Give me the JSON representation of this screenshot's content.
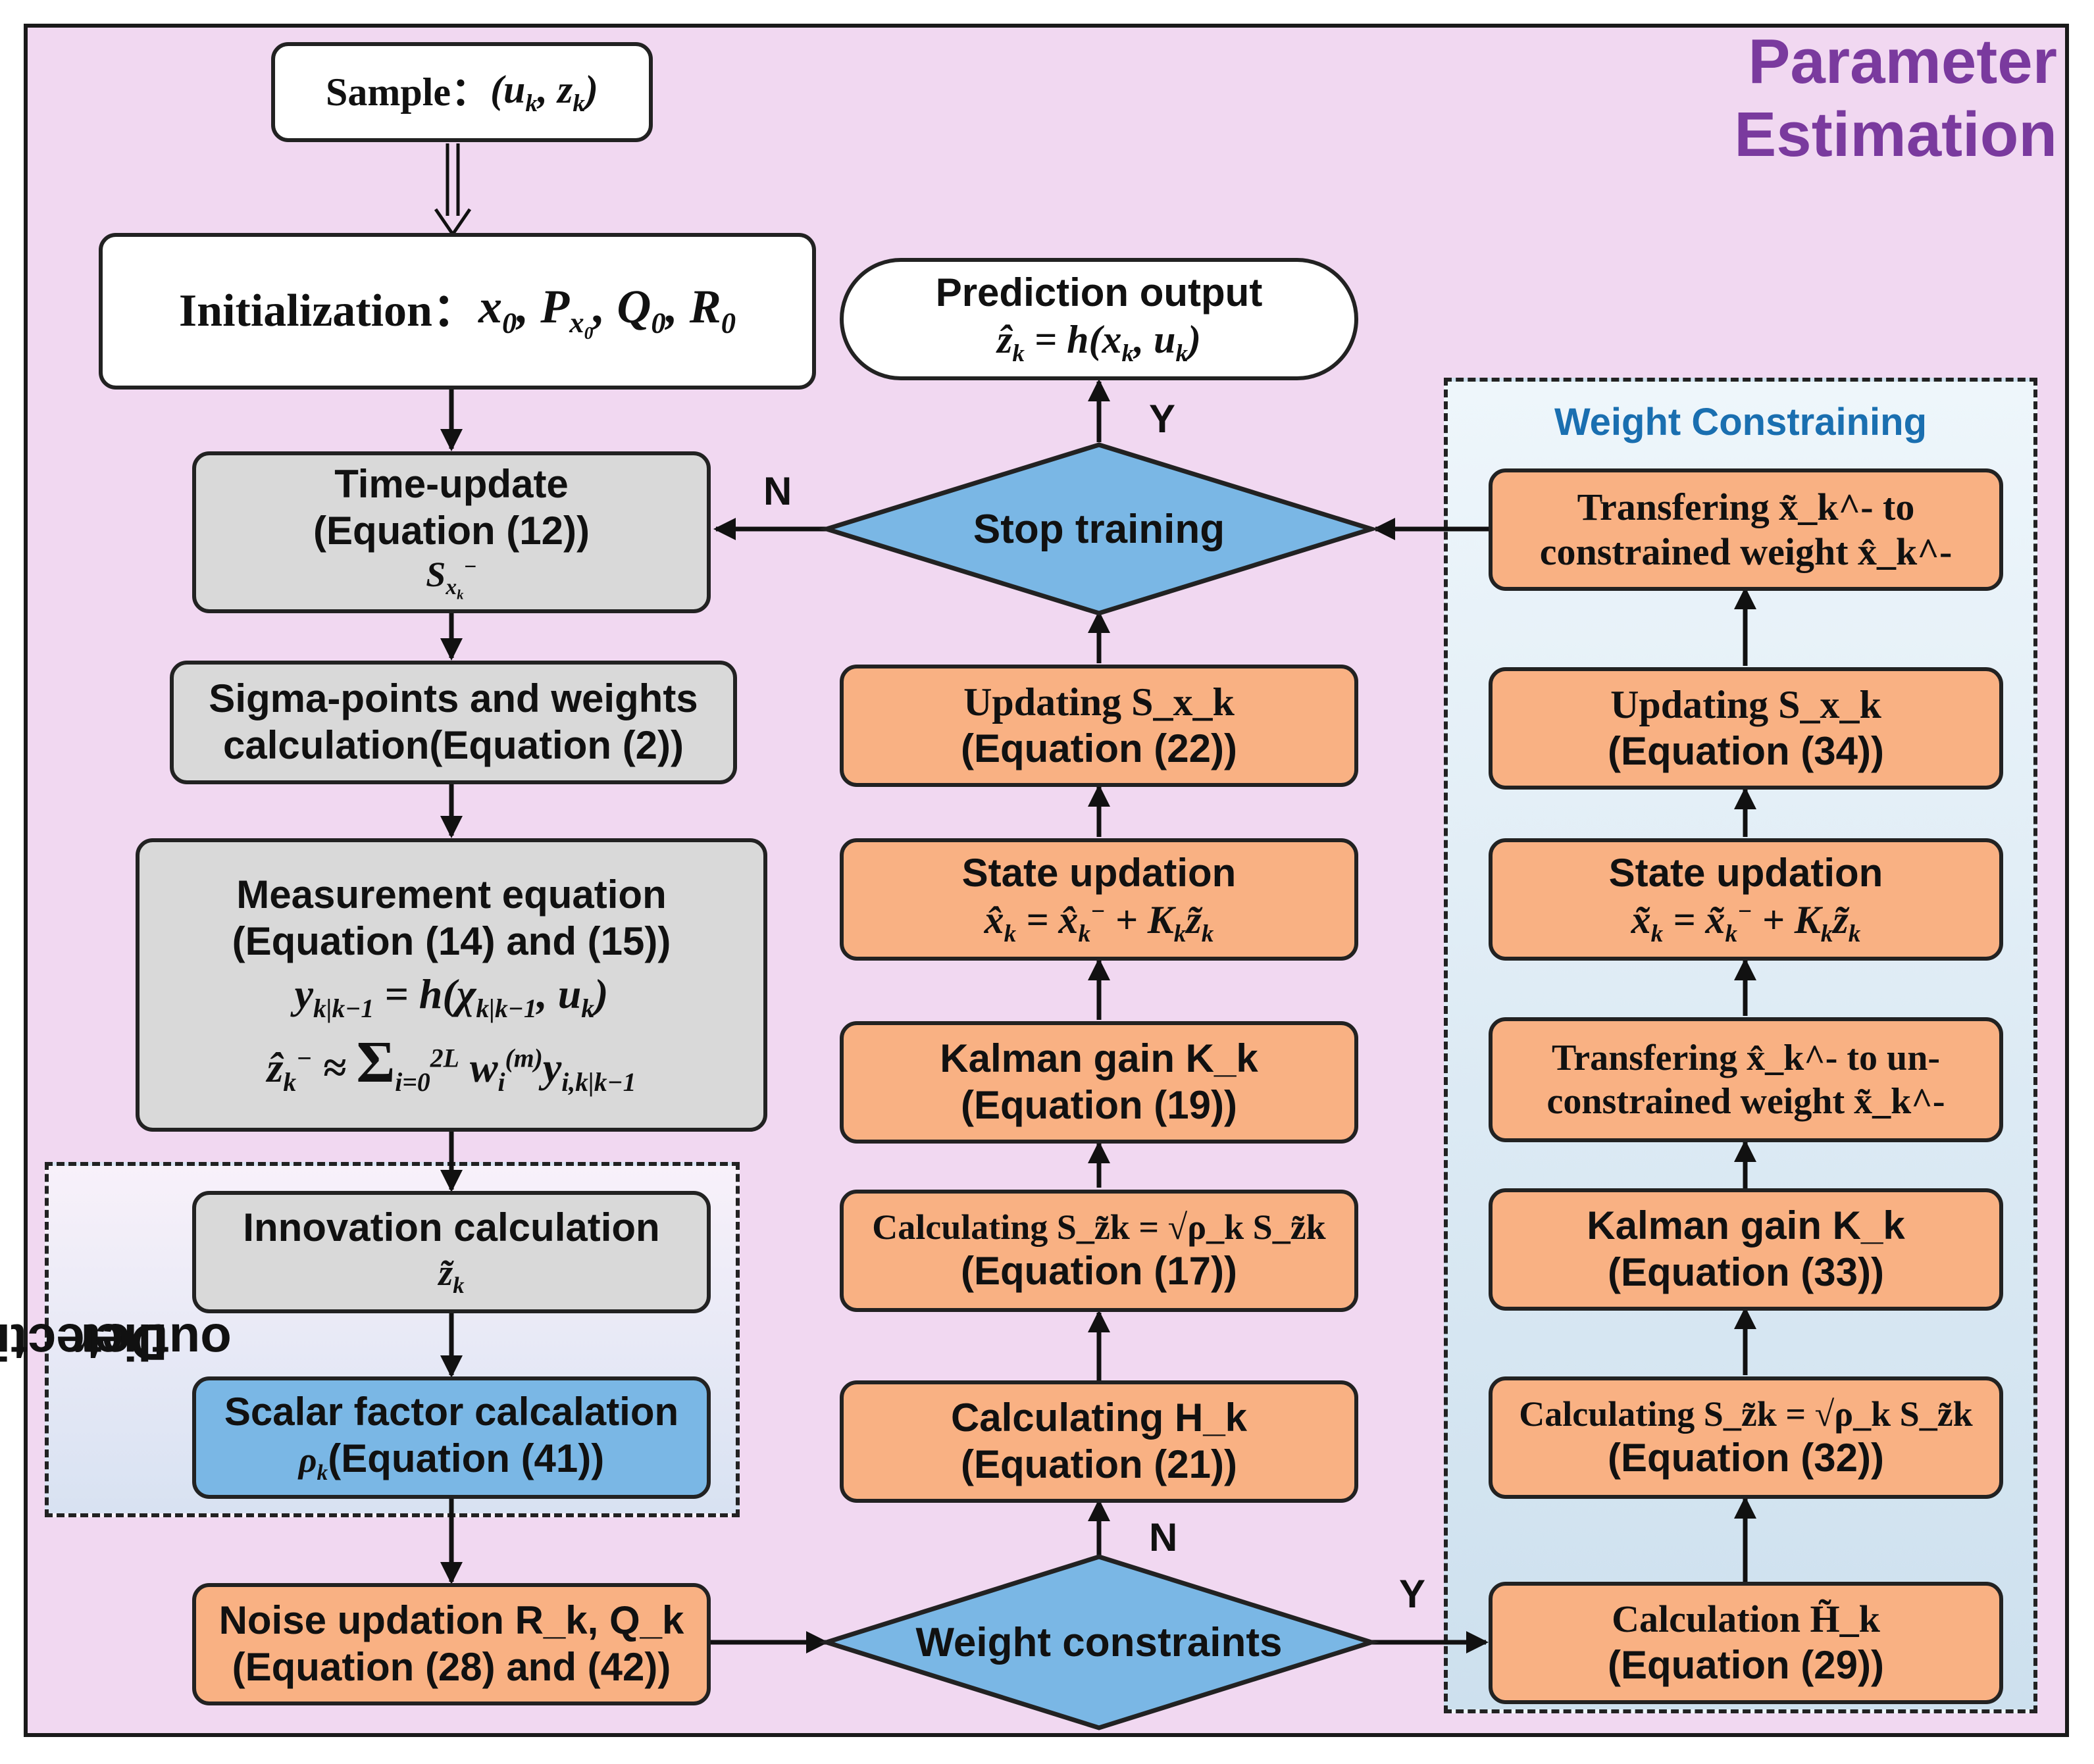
{
  "title": {
    "line1": "Parameter",
    "line2": "Estimation"
  },
  "regions": {
    "weight_constraining": "Weight Constraining",
    "detecting_outlier": {
      "line1": "Detecting",
      "line2": "outlier"
    }
  },
  "left_column": {
    "sample": {
      "label": "Sample：",
      "math": "(u_k, z_k)"
    },
    "initialization": {
      "label": "Initialization：",
      "math": "x_0, P_x0, Q_0, R_0"
    },
    "time_update": {
      "line1": "Time-update",
      "line2": "(Equation (12))",
      "math": "S_x_k^-"
    },
    "sigma_points": {
      "line1": "Sigma-points and weights",
      "line2": "calculation(Equation (2))"
    },
    "measurement": {
      "line1": "Measurement equation",
      "line2": "(Equation (14) and (15))",
      "math1": "y_k|k−1 = h(χ_k|k−1, u_k)",
      "math2": "ẑ_k^- ≈ Σ_{i=0}^{2L} w_i^(m) y_i,k|k−1"
    },
    "innovation": {
      "line1": "Innovation calculation",
      "math": "z̃_k"
    },
    "scalar_factor": {
      "line1": "Scalar factor calcalation",
      "line2": "(Equation (41))",
      "math": "ρ_k"
    },
    "noise_update": {
      "line1": "Noise updation R_k, Q_k",
      "line2": "(Equation (28) and (42))"
    }
  },
  "middle_column": {
    "prediction": {
      "line1": "Prediction output",
      "math": "ẑ_k = h(x_k, u_k)"
    },
    "stop_training": "Stop training",
    "updating_s": {
      "line1": "Updating S_x_k",
      "line2": "(Equation (22))"
    },
    "state_update": {
      "line1": "State updation",
      "math": "x̂_k = x̂_k^- + K_k z̃_k"
    },
    "kalman_gain": {
      "line1": "Kalman gain K_k",
      "line2": "(Equation (19))"
    },
    "calc_s": {
      "line1": "Calculating S_z̃k = √ρ_k S_z̃k",
      "line2": "(Equation (17))"
    },
    "calc_h": {
      "line1": "Calculating H_k",
      "line2": "(Equation (21))"
    },
    "weight_constraints": "Weight constraints"
  },
  "right_column": {
    "transfer_constrained": {
      "line1": "Transfering x̃_k^- to",
      "line2": "constrained weight x̂_k^-"
    },
    "updating_s": {
      "line1": "Updating S_x_k",
      "line2": "(Equation (34))"
    },
    "state_update": {
      "line1": "State updation",
      "math": "x̃_k = x̃_k^- + K_k z̃_k"
    },
    "transfer_unconstrained": {
      "line1": "Transfering x̂_k^- to un-",
      "line2": "constrained weight x̃_k^-"
    },
    "kalman_gain": {
      "line1": "Kalman gain K_k",
      "line2": "(Equation (33))"
    },
    "calc_s": {
      "line1": "Calculating S_z̃k = √ρ_k S_z̃k",
      "line2": "(Equation (32))"
    },
    "calc_h": {
      "line1": "Calculation H̃_k",
      "line2": "(Equation (29))"
    }
  },
  "branch_labels": {
    "stop_yes": "Y",
    "stop_no": "N",
    "wc_no": "N",
    "wc_yes": "Y"
  },
  "colors": {
    "background": "#f1d8f1",
    "gray": "#d9d9d9",
    "orange": "#f9b183",
    "blue": "#7ab7e5",
    "title": "#7a3a9e",
    "weight_title": "#1a6fb0"
  }
}
